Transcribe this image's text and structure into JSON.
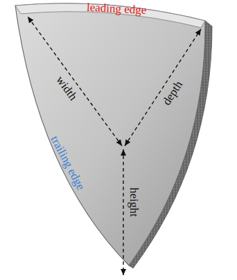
{
  "diagram": {
    "labels": [
      "leading edge",
      "width",
      "depth",
      "trailing edge",
      "height"
    ]
  }
}
